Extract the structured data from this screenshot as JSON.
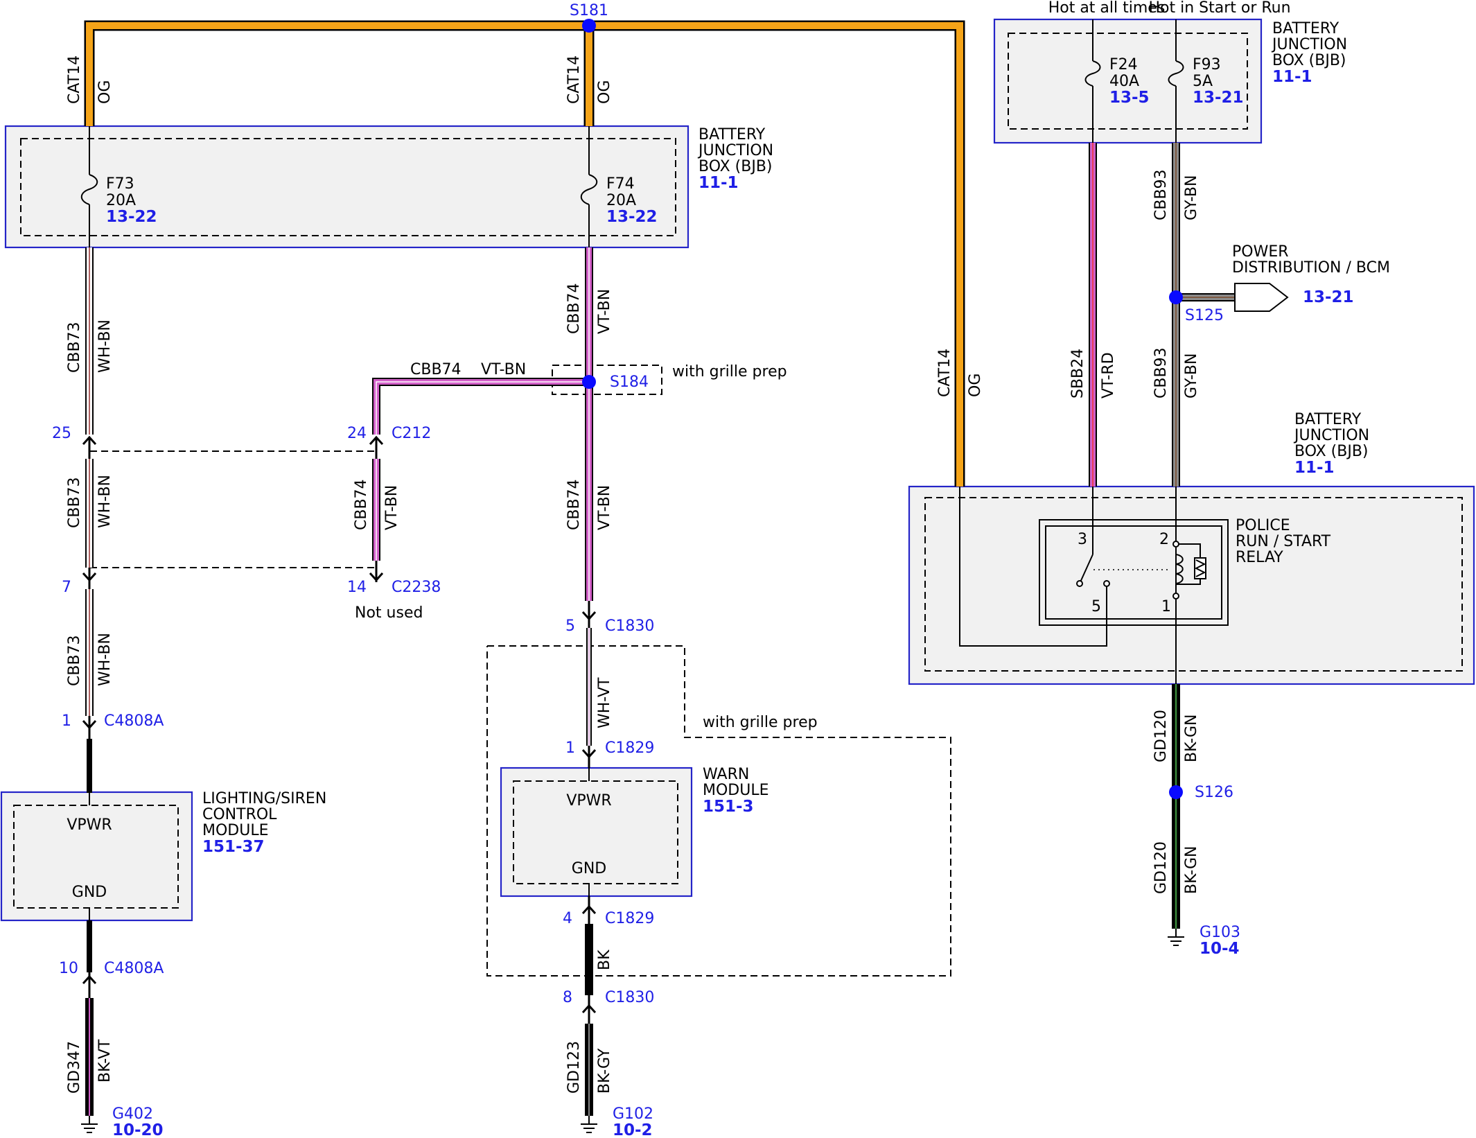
{
  "top": {
    "splice_s181": "S181",
    "hot_at_all_times": "Hot at all times",
    "hot_in_start_or_run": "Hot in Start or Run"
  },
  "circuit_cat14": "CAT14",
  "color_og": "OG",
  "bjb": {
    "title_l1": "BATTERY",
    "title_l2": "JUNCTION",
    "title_l3": "BOX (BJB)",
    "page": "11-1"
  },
  "fuses": {
    "f73": {
      "name": "F73",
      "rating": "20A",
      "ref": "13-22"
    },
    "f74": {
      "name": "F74",
      "rating": "20A",
      "ref": "13-22"
    },
    "f24": {
      "name": "F24",
      "rating": "40A",
      "ref": "13-5"
    },
    "f93": {
      "name": "F93",
      "rating": "5A",
      "ref": "13-21"
    }
  },
  "wires": {
    "cbb73": "CBB73",
    "wh_bn": "WH-BN",
    "cbb74": "CBB74",
    "vt_bn": "VT-BN",
    "wh_vt": "WH-VT",
    "bk": "BK",
    "gd347": "GD347",
    "bk_vt": "BK-VT",
    "gd123": "GD123",
    "bk_gy": "BK-GY",
    "cbb93": "CBB93",
    "gy_bn": "GY-BN",
    "sbb24": "SBB24",
    "vt_rd": "VT-RD",
    "gd120": "GD120",
    "bk_gn": "BK-GN"
  },
  "splices": {
    "s184": "S184",
    "s125": "S125",
    "s126": "S126",
    "with_grille_prep": "with grille prep"
  },
  "connectors": {
    "c212": {
      "pin": "24",
      "name": "C212"
    },
    "c2238": {
      "pin": "14",
      "name": "C2238",
      "note": "Not used"
    },
    "c4808a_25": {
      "pin": "25"
    },
    "c4808a_7": {
      "pin": "7"
    },
    "c4808a_1": {
      "pin": "1",
      "name": "C4808A"
    },
    "c4808a_10": {
      "pin": "10",
      "name": "C4808A"
    },
    "c1830_5": {
      "pin": "5",
      "name": "C1830"
    },
    "c1829_1": {
      "pin": "1",
      "name": "C1829"
    },
    "c1829_4": {
      "pin": "4",
      "name": "C1829"
    },
    "c1830_8": {
      "pin": "8",
      "name": "C1830"
    }
  },
  "modules": {
    "lighting_siren": {
      "l1": "LIGHTING/SIREN",
      "l2": "CONTROL",
      "l3": "MODULE",
      "ref": "151-37",
      "vpwr": "VPWR",
      "gnd": "GND"
    },
    "warn": {
      "l1": "WARN",
      "l2": "MODULE",
      "ref": "151-3",
      "vpwr": "VPWR",
      "gnd": "GND"
    }
  },
  "power_distribution": {
    "l1": "POWER",
    "l2": "DISTRIBUTION / BCM",
    "ref": "13-21"
  },
  "relay": {
    "l1": "POLICE",
    "l2": "RUN / START",
    "l3": "RELAY",
    "pin1": "1",
    "pin2": "2",
    "pin3": "3",
    "pin5": "5"
  },
  "grounds": {
    "g402": {
      "name": "G402",
      "ref": "10-20"
    },
    "g102": {
      "name": "G102",
      "ref": "10-2"
    },
    "g103": {
      "name": "G103",
      "ref": "10-4"
    }
  },
  "wire_colors": {
    "orange": "#f5a418",
    "violet": "#d25fc8",
    "grey": "#8c8c8c",
    "green": "#3c8c3c",
    "black": "#000000",
    "splice_blue": "#0a0aff",
    "ref_blue": "#1f1fe6"
  }
}
